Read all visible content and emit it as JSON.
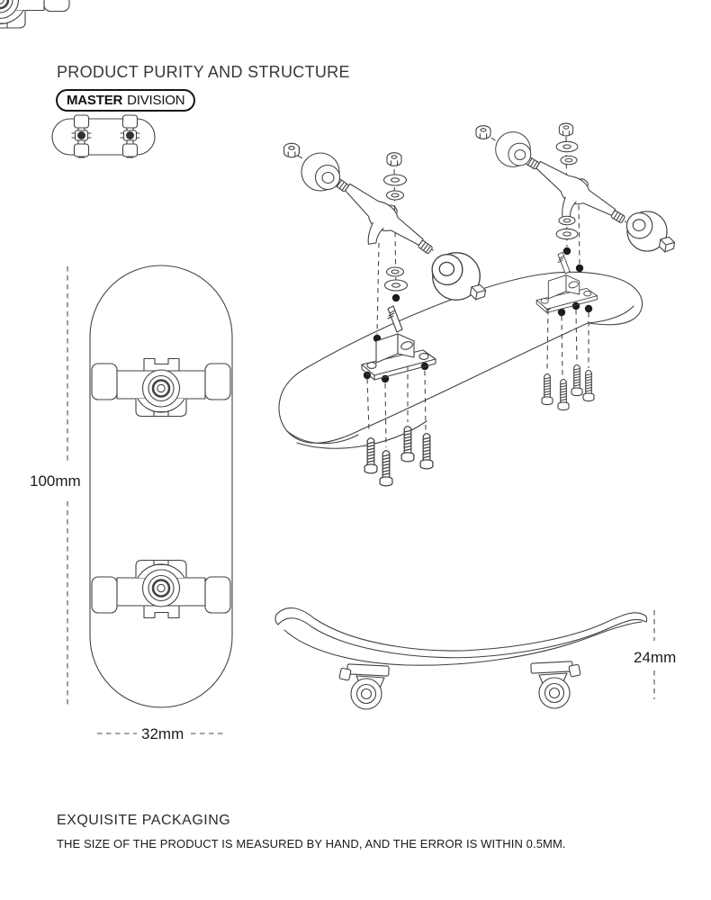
{
  "page": {
    "background": "#ffffff",
    "line_color": "#424242",
    "dot_color": "#1c1c1c",
    "text_color": "#2b2b2b"
  },
  "header": {
    "title": "PRODUCT PURITY AND STRUCTURE",
    "brand_bold": "MASTER",
    "brand_regular": "DIVISION"
  },
  "dimensions": {
    "length": "100mm",
    "width": "32mm",
    "height": "24mm"
  },
  "footer": {
    "heading": "EXQUISITE PACKAGING",
    "note": "THE SIZE OF THE PRODUCT IS MEASURED BY HAND, AND THE ERROR IS WITHIN 0.5MM."
  },
  "diagram_parts": [
    "fingerboard-deck",
    "truck-hanger",
    "truck-baseplate",
    "wheel",
    "axle-nut",
    "kingpin-nut",
    "washer",
    "mounting-screw"
  ]
}
